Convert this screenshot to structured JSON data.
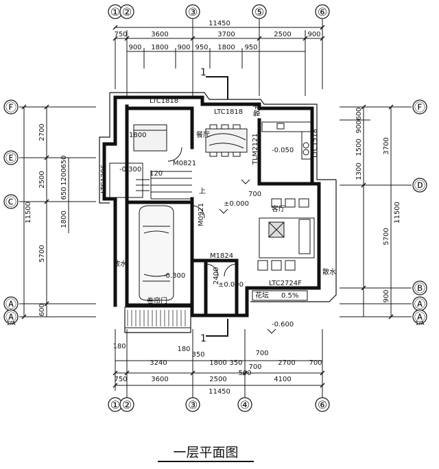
{
  "title": "一层平面图",
  "grid_x": [
    "①",
    "②",
    "③",
    "⑤",
    "⑥"
  ],
  "grid_x_bottom": [
    "①",
    "②",
    "③",
    "④",
    "⑥"
  ],
  "grid_y_left": [
    "Ⓕ",
    "Ⓔ",
    "Ⓒ",
    "Ⓐ",
    "Ⓐ"
  ],
  "grid_y_left_sub": "1/A",
  "grid_y_right": [
    "Ⓕ",
    "Ⓓ",
    "Ⓑ",
    "Ⓐ",
    "Ⓐ"
  ],
  "grid_y_right_sub": "1/A",
  "dims_top": {
    "total": "11450",
    "row2": [
      "750",
      "3600",
      "3700",
      "2500",
      "900"
    ],
    "row3": [
      "900",
      "1800",
      "900",
      "950",
      "1800",
      "950"
    ]
  },
  "dims_bottom": {
    "total": "11450",
    "row2": [
      "750",
      "3600",
      "2500",
      "500",
      "4100"
    ],
    "row1": [
      "180",
      "3240",
      "180",
      "350",
      "1800",
      "350",
      "2700",
      "700"
    ],
    "extra": [
      "700",
      "700"
    ]
  },
  "dims_left": {
    "total": "11500",
    "outer": [
      "2700",
      "2500",
      "5700",
      "600"
    ],
    "inner": [
      "1200",
      "650",
      "650",
      "1800"
    ]
  },
  "dims_right": {
    "total": "11500",
    "outer": [
      "3700",
      "5700",
      "900"
    ],
    "inner": [
      "600",
      "900",
      "1500",
      "1300"
    ]
  },
  "labels": {
    "section_top": "1",
    "section_bottom": "1",
    "ltc1818a": "LTC1818",
    "ltc1818b": "LTC1818",
    "ltc1518": "LTC1518",
    "ltc1206": "LTC1206",
    "ltc2724f": "LTC2724F",
    "tlm2121": "TLM2121",
    "m0821": "M0821",
    "m0921": "M0921",
    "m1824": "M1824",
    "canting": "餐厅",
    "keting": "客厅",
    "sanshui1": "散水",
    "sanshui2": "散水",
    "sanshui3": "散水",
    "huatan": "花坛",
    "slope": "0.5%",
    "juanliamen": "卷帘门",
    "lvl_0": "±0.000",
    "lvl_0b": "±0.000",
    "lvl_m300a": "-0.300",
    "lvl_m300b": "-0.300",
    "lvl_m050": "-0.050",
    "lvl_m600": "-0.600",
    "d1800": "1800",
    "d120": "120",
    "d2400": "2400",
    "d700": "700",
    "stair_up": "上"
  }
}
